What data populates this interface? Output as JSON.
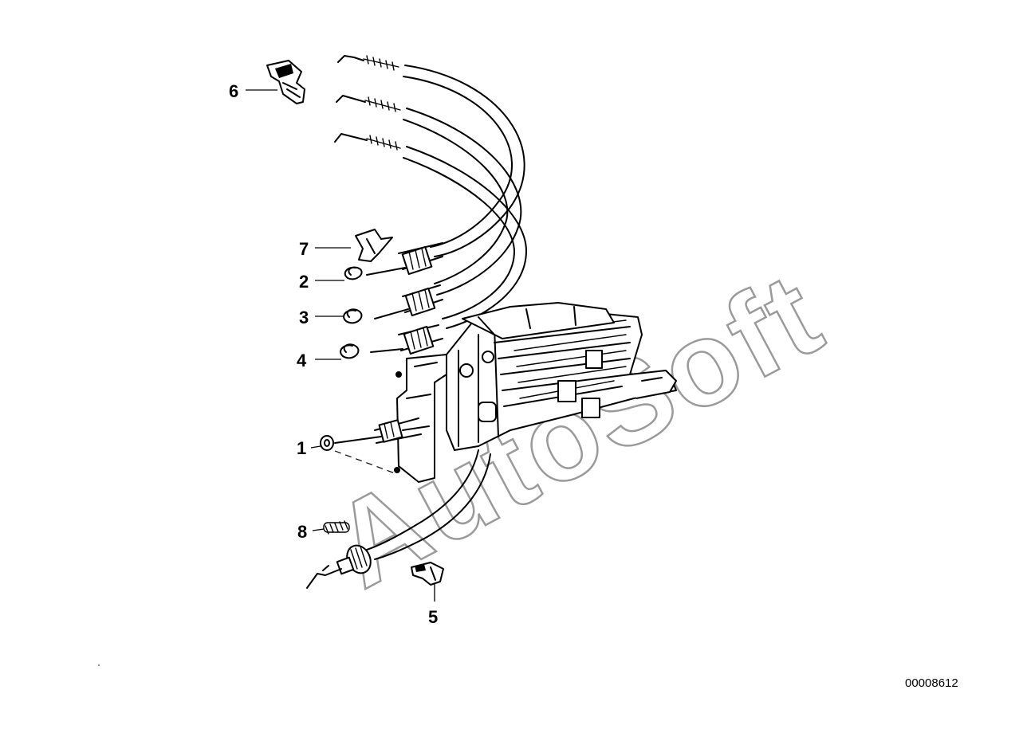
{
  "watermark": "AutoSoft",
  "diagram_id": "00008612",
  "callouts": [
    "1",
    "2",
    "3",
    "4",
    "5",
    "6",
    "7",
    "8"
  ]
}
